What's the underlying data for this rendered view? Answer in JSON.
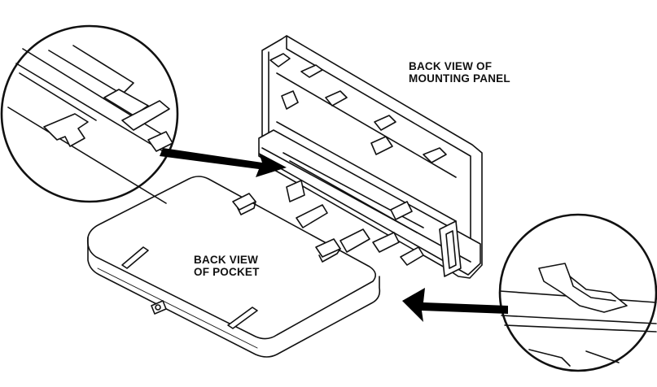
{
  "labels": {
    "panel_line1": "BACK VIEW OF",
    "panel_line2": "MOUNTING PANEL",
    "pocket_line1": "BACK VIEW",
    "pocket_line2": "OF POCKET"
  },
  "colors": {
    "stroke": "#111111",
    "fill": "#ffffff",
    "arrow": "#000000"
  }
}
